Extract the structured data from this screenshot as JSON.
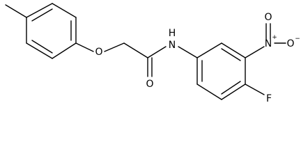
{
  "molecule": {
    "atoms": {
      "ether_oxygen": "O",
      "carbonyl_oxygen": "O",
      "amide_nitrogen": "N",
      "amide_hydrogen": "H",
      "nitro_nitrogen": "N",
      "nitro_plus": "+",
      "nitro_oxygen_top": "O",
      "nitro_oxygen_right": "O",
      "nitro_minus": "−",
      "fluorine": "F"
    }
  }
}
